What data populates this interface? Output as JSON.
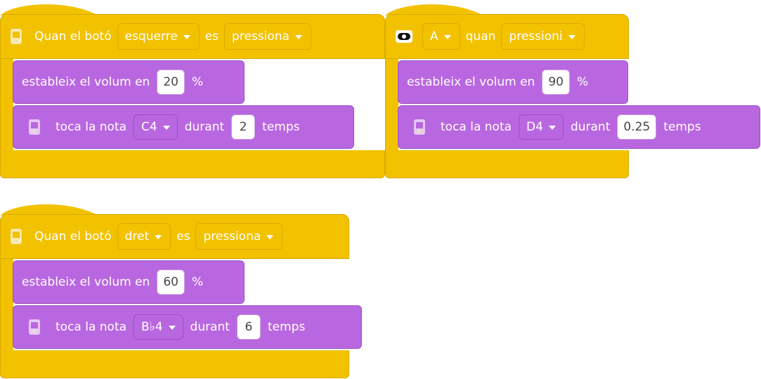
{
  "stacks": [
    {
      "hat": {
        "icon": "hub-icon",
        "prefix": "Quan el botó",
        "button_value": "esquerre",
        "middle": "es",
        "state_value": "pressiona"
      },
      "volume": {
        "label": "estableix el volum en",
        "value": "20",
        "unit": "%"
      },
      "note": {
        "label": "toca la nota",
        "note_value": "C4",
        "durant": "durant",
        "beats": "2",
        "temps": "temps"
      }
    },
    {
      "hat": {
        "icon": "remote-icon",
        "button_value": "A",
        "middle": "quan",
        "state_value": "pressioni"
      },
      "volume": {
        "label": "estableix el volum en",
        "value": "90",
        "unit": "%"
      },
      "note": {
        "label": "toca la nota",
        "note_value": "D4",
        "durant": "durant",
        "beats": "0.25",
        "temps": "temps"
      }
    },
    {
      "hat": {
        "icon": "hub-icon",
        "prefix": "Quan el botó",
        "button_value": "dret",
        "middle": "es",
        "state_value": "pressiona"
      },
      "volume": {
        "label": "estableix el volum en",
        "value": "60",
        "unit": "%"
      },
      "note": {
        "label": "toca la nota",
        "note_value": "B♭4",
        "durant": "durant",
        "beats": "6",
        "temps": "temps"
      }
    }
  ],
  "colors": {
    "event_yellow": "#f2c200",
    "sound_purple": "#b967e0",
    "canvas_bg": "#ffffff"
  }
}
